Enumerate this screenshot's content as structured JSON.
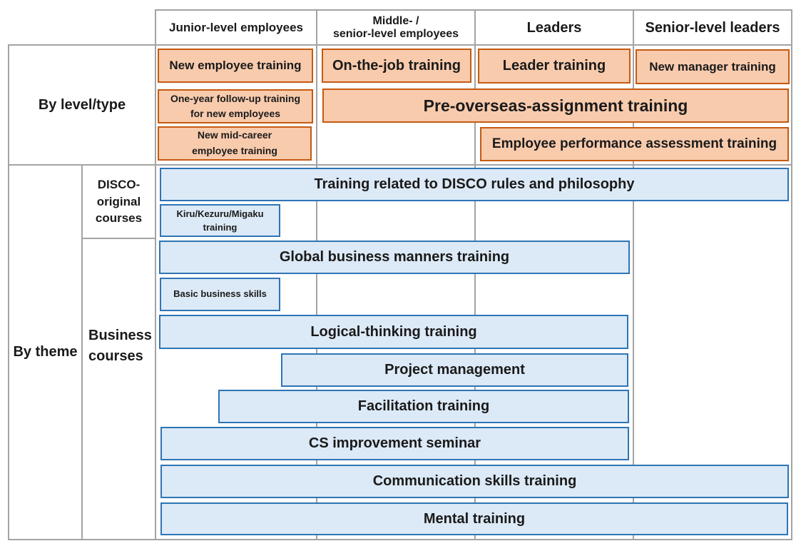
{
  "columns": [
    {
      "id": "junior",
      "label": "Junior-level employees"
    },
    {
      "id": "middle",
      "label": "Middle- /\nsenior-level employees"
    },
    {
      "id": "leaders",
      "label": "Leaders"
    },
    {
      "id": "senior",
      "label": "Senior-level leaders"
    }
  ],
  "row_labels": {
    "by_level": "By level/type",
    "by_theme": "By theme",
    "disco": "DISCO-\noriginal\ncourses",
    "business": "Business\ncourses"
  },
  "colors": {
    "orange_fill": "#f8cbad",
    "orange_border": "#c55a11",
    "blue_fill": "#dce9f6",
    "blue_border": "#2e75b6"
  },
  "level_trainings": [
    {
      "id": "new-employee-training",
      "label": "New employee training",
      "span": "junior"
    },
    {
      "id": "one-year-follow-up",
      "label": "One-year follow-up training\nfor new employees",
      "span": "junior"
    },
    {
      "id": "new-mid-career",
      "label": "New mid-career\nemployee training",
      "span": "junior"
    },
    {
      "id": "on-the-job-training",
      "label": "On-the-job training",
      "span": "middle"
    },
    {
      "id": "leader-training",
      "label": "Leader training",
      "span": "leaders"
    },
    {
      "id": "new-manager-training",
      "label": "New manager training",
      "span": "senior"
    },
    {
      "id": "pre-overseas",
      "label": "Pre-overseas-assignment training",
      "span": "middle–senior"
    },
    {
      "id": "performance-assessment",
      "label": "Employee performance assessment training",
      "span": "leaders–senior"
    }
  ],
  "theme_trainings": [
    {
      "id": "disco-rules",
      "label": "Training related to DISCO rules and philosophy",
      "group": "disco"
    },
    {
      "id": "kiru-kezuru-migaku",
      "label": "Kiru/Kezuru/Migaku\ntraining",
      "group": "disco"
    },
    {
      "id": "global-manners",
      "label": "Global business manners training",
      "group": "business"
    },
    {
      "id": "basic-skills",
      "label": "Basic business skills",
      "group": "business"
    },
    {
      "id": "logical-thinking",
      "label": "Logical-thinking training",
      "group": "business"
    },
    {
      "id": "project-management",
      "label": "Project management",
      "group": "business"
    },
    {
      "id": "facilitation",
      "label": "Facilitation training",
      "group": "business"
    },
    {
      "id": "cs-improvement",
      "label": "CS improvement seminar",
      "group": "business"
    },
    {
      "id": "communication",
      "label": "Communication skills training",
      "group": "business"
    },
    {
      "id": "mental",
      "label": "Mental training",
      "group": "business"
    }
  ]
}
